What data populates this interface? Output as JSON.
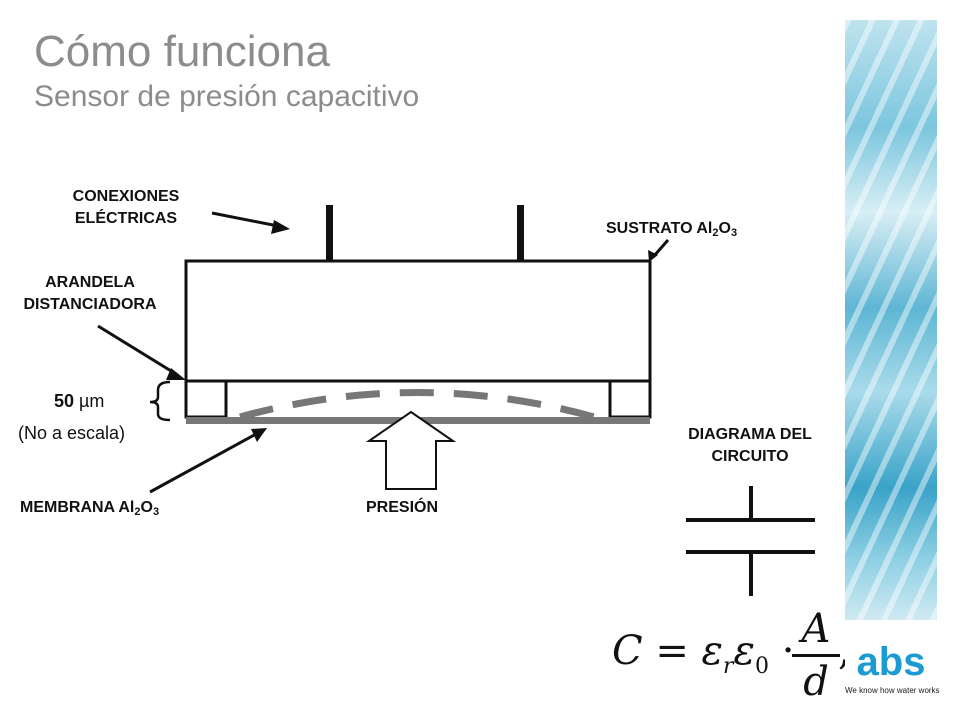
{
  "header": {
    "title": "Cómo funciona",
    "subtitle": "Sensor de presión capacitivo"
  },
  "labels": {
    "connections_line1": "CONEXIONES",
    "connections_line2": "ELÉCTRICAS",
    "substrate": "SUSTRATO Al",
    "spacer_line1": "ARANDELA",
    "spacer_line2": "DISTANCIADORA",
    "gap_value": "50",
    "gap_unit": "µm",
    "not_to_scale": "(No a escala)",
    "membrane": "MEMBRANA Al",
    "pressure": "PRESIÓN",
    "circuit_line1": "DIAGRAMA DEL",
    "circuit_line2": "CIRCUITO",
    "sub_2": "2",
    "sub_O": "O",
    "sub_3": "3"
  },
  "formula": {
    "lhs": "C = ε",
    "sub_r": "r",
    "eps0": "ε",
    "sub_0": "0",
    "dot": "·",
    "numerator": "A",
    "denominator": "d",
    "comma": ","
  },
  "logo": {
    "mark": "abs",
    "tagline": "We know how water works"
  },
  "colors": {
    "title_gray": "#8c8c8c",
    "membrane_gray": "#777777",
    "brand_blue": "#1b9bd1"
  }
}
